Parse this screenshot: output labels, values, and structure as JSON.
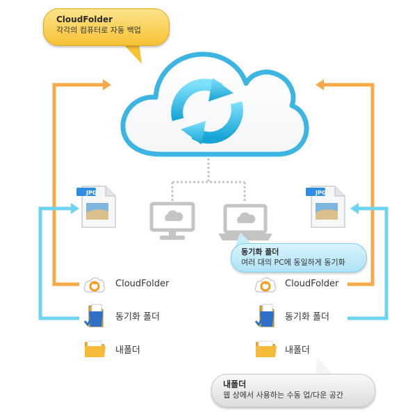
{
  "top_bubble": {
    "title": "CloudFolder",
    "subtitle": "각각의 컴퓨터로 자동 백업"
  },
  "sync_bubble": {
    "title": "동기화 폴더",
    "subtitle": "여러 대의 PC에 동일하게 동기화"
  },
  "myfolder_bubble": {
    "title": "내폴더",
    "subtitle": "웹 상에서 사용하는 수동 업/다운 공간"
  },
  "file_badge": "JPG",
  "left_list": [
    {
      "label": "CloudFolder",
      "icon": "cloudfolder-icon"
    },
    {
      "label": "동기화 폴더",
      "icon": "sync-folder-icon"
    },
    {
      "label": "내폴더",
      "icon": "folder-icon"
    }
  ],
  "right_list": [
    {
      "label": "CloudFolder",
      "icon": "cloudfolder-icon"
    },
    {
      "label": "동기화 폴더",
      "icon": "sync-folder-icon"
    },
    {
      "label": "내폴더",
      "icon": "folder-icon"
    }
  ],
  "colors": {
    "orange": "#f7a94a",
    "cyan": "#6cd4ef",
    "cloud": "#3db5e3",
    "gray": "#c4c4c4"
  }
}
